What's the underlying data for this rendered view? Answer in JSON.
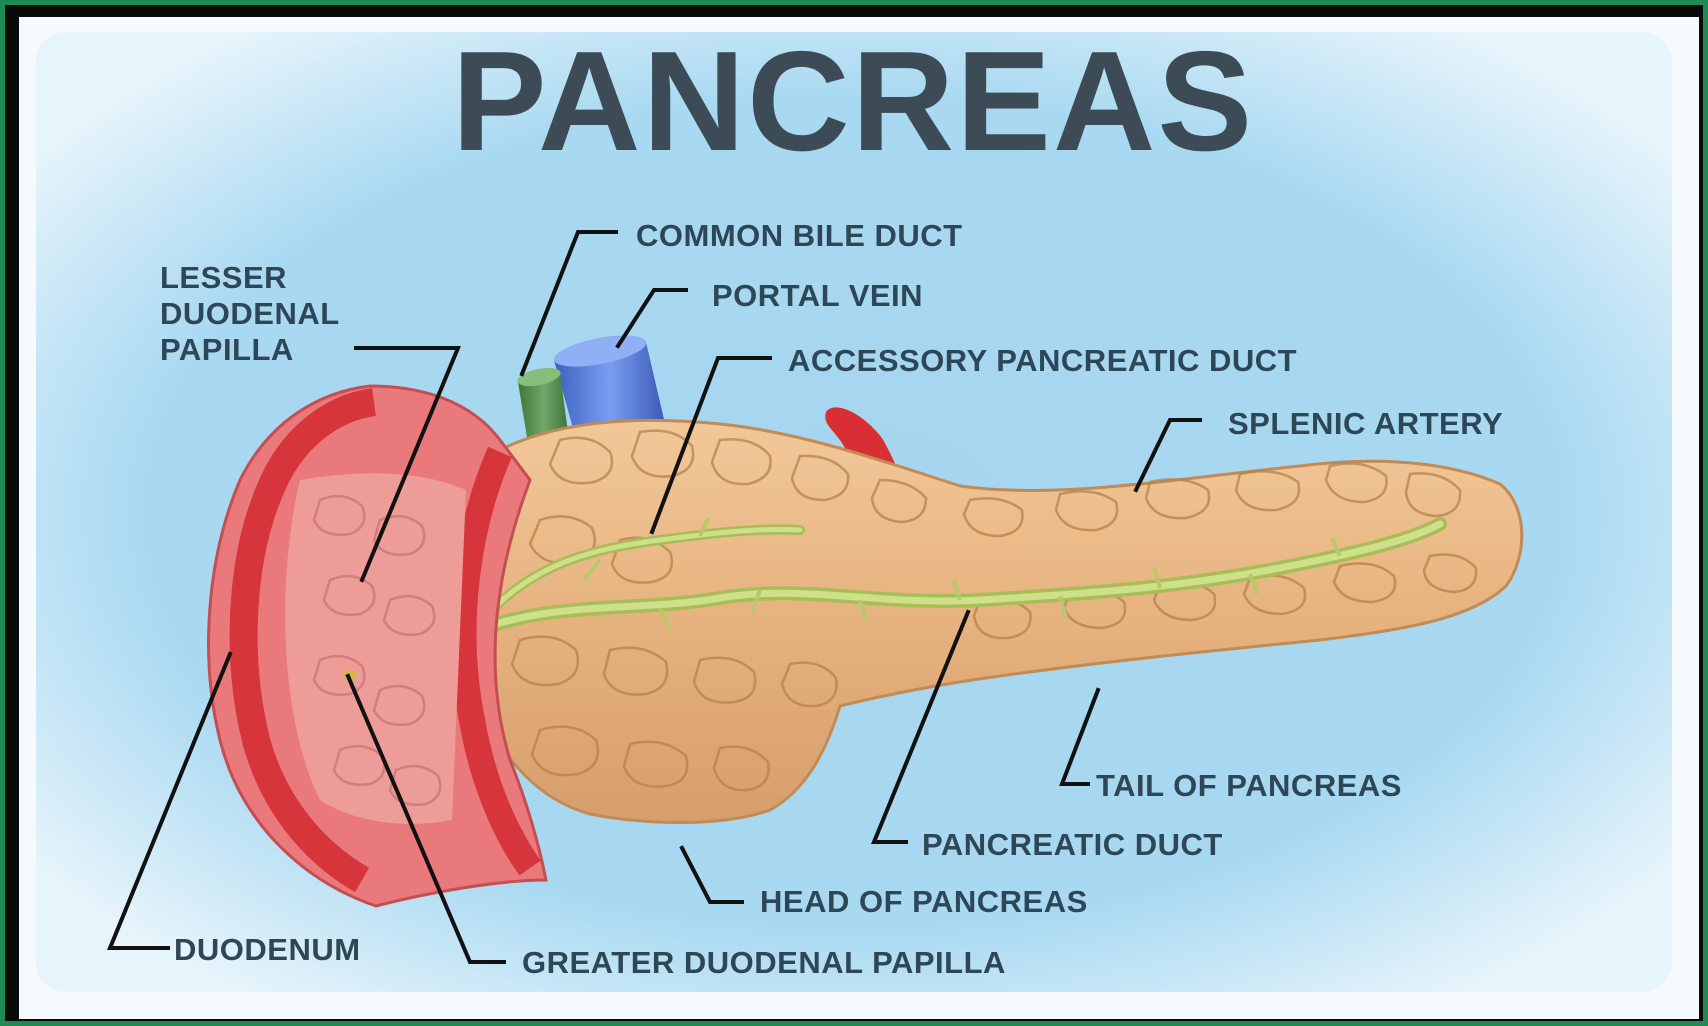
{
  "diagram": {
    "title": "PANCREAS",
    "labels": {
      "common_bile_duct": "COMMON BILE DUCT",
      "portal_vein": "PORTAL VEIN",
      "accessory_pancreatic_duct": "ACCESSORY PANCREATIC DUCT",
      "splenic_artery": "SPLENIC ARTERY",
      "lesser_duodenal_papilla": [
        "LESSER",
        "DUODENAL",
        "PAPILLA"
      ],
      "tail_of_pancreas": "TAIL OF PANCREAS",
      "pancreatic_duct": "PANCREATIC DUCT",
      "head_of_pancreas": "HEAD OF PANCREAS",
      "duodenum": "DUODENUM",
      "greater_duodenal_papilla": "GREATER DUODENAL PAPILLA"
    },
    "colors": {
      "frame_border": "#1e8a54",
      "background": "#a8d8f0",
      "title_text": "#3c4b55",
      "label_text": "#2e4756",
      "pancreas": "#e8b887",
      "duodenum": "#e9797a",
      "duct": "#c2d67a",
      "portal_vein": "#5a7fd8",
      "bile_duct": "#4f8a4a",
      "artery": "#d82e34"
    }
  }
}
